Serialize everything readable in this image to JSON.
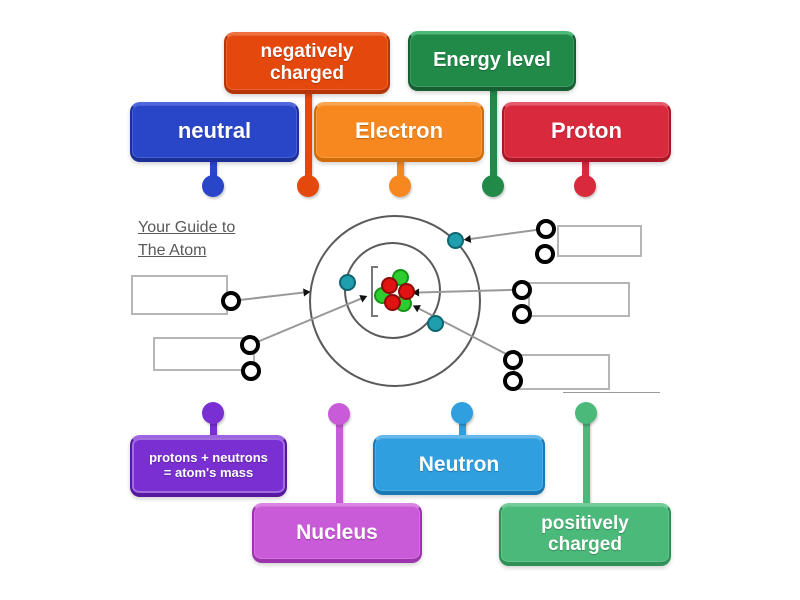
{
  "labels": [
    {
      "id": "neutral",
      "lines": [
        "neutral"
      ],
      "color": "#2a46c8",
      "color_light": "#5068dd",
      "color_dark": "#1b2f96",
      "pin": "bottom"
    },
    {
      "id": "negatively-charged",
      "lines": [
        "negatively",
        "charged"
      ],
      "color": "#e5480d",
      "color_light": "#f07140",
      "color_dark": "#b53507",
      "pin": "bottom"
    },
    {
      "id": "energy-level",
      "lines": [
        "Energy level"
      ],
      "color": "#218a49",
      "color_light": "#4cba77",
      "color_dark": "#155f32",
      "pin": "bottom"
    },
    {
      "id": "electron",
      "lines": [
        "Electron"
      ],
      "color": "#f6881f",
      "color_light": "#f9a551",
      "color_dark": "#d06c0a",
      "pin": "bottom"
    },
    {
      "id": "proton",
      "lines": [
        "Proton"
      ],
      "color": "#d8293d",
      "color_light": "#e55b6c",
      "color_dark": "#a81827",
      "pin": "bottom"
    },
    {
      "id": "protons-neutrons-mass",
      "lines": [
        "protons + neutrons",
        "= atom's mass"
      ],
      "color": "#7a2fd2",
      "color_light": "#9c63e3",
      "color_dark": "#5718a0",
      "pin": "top"
    },
    {
      "id": "nucleus",
      "lines": [
        "Nucleus"
      ],
      "color": "#c95ad8",
      "color_light": "#da84e4",
      "color_dark": "#9c35ac",
      "pin": "top"
    },
    {
      "id": "neutron",
      "lines": [
        "Neutron"
      ],
      "color": "#2f9fe0",
      "color_light": "#64b9ea",
      "color_dark": "#1a78b4",
      "pin": "top"
    },
    {
      "id": "positively-charged",
      "lines": [
        "positively",
        "charged"
      ],
      "color": "#4bb97a",
      "color_light": "#74cc99",
      "color_dark": "#2f9158",
      "pin": "top"
    }
  ],
  "diagram": {
    "title_lines": [
      "Your Guide to",
      "The Atom"
    ],
    "orbit_color": "#5a5a5a",
    "electron_color": "#1f9fae",
    "proton_ball_color": "#e01212",
    "neutron_ball_color": "#2ecc2e",
    "answer_slot_count": 9
  }
}
